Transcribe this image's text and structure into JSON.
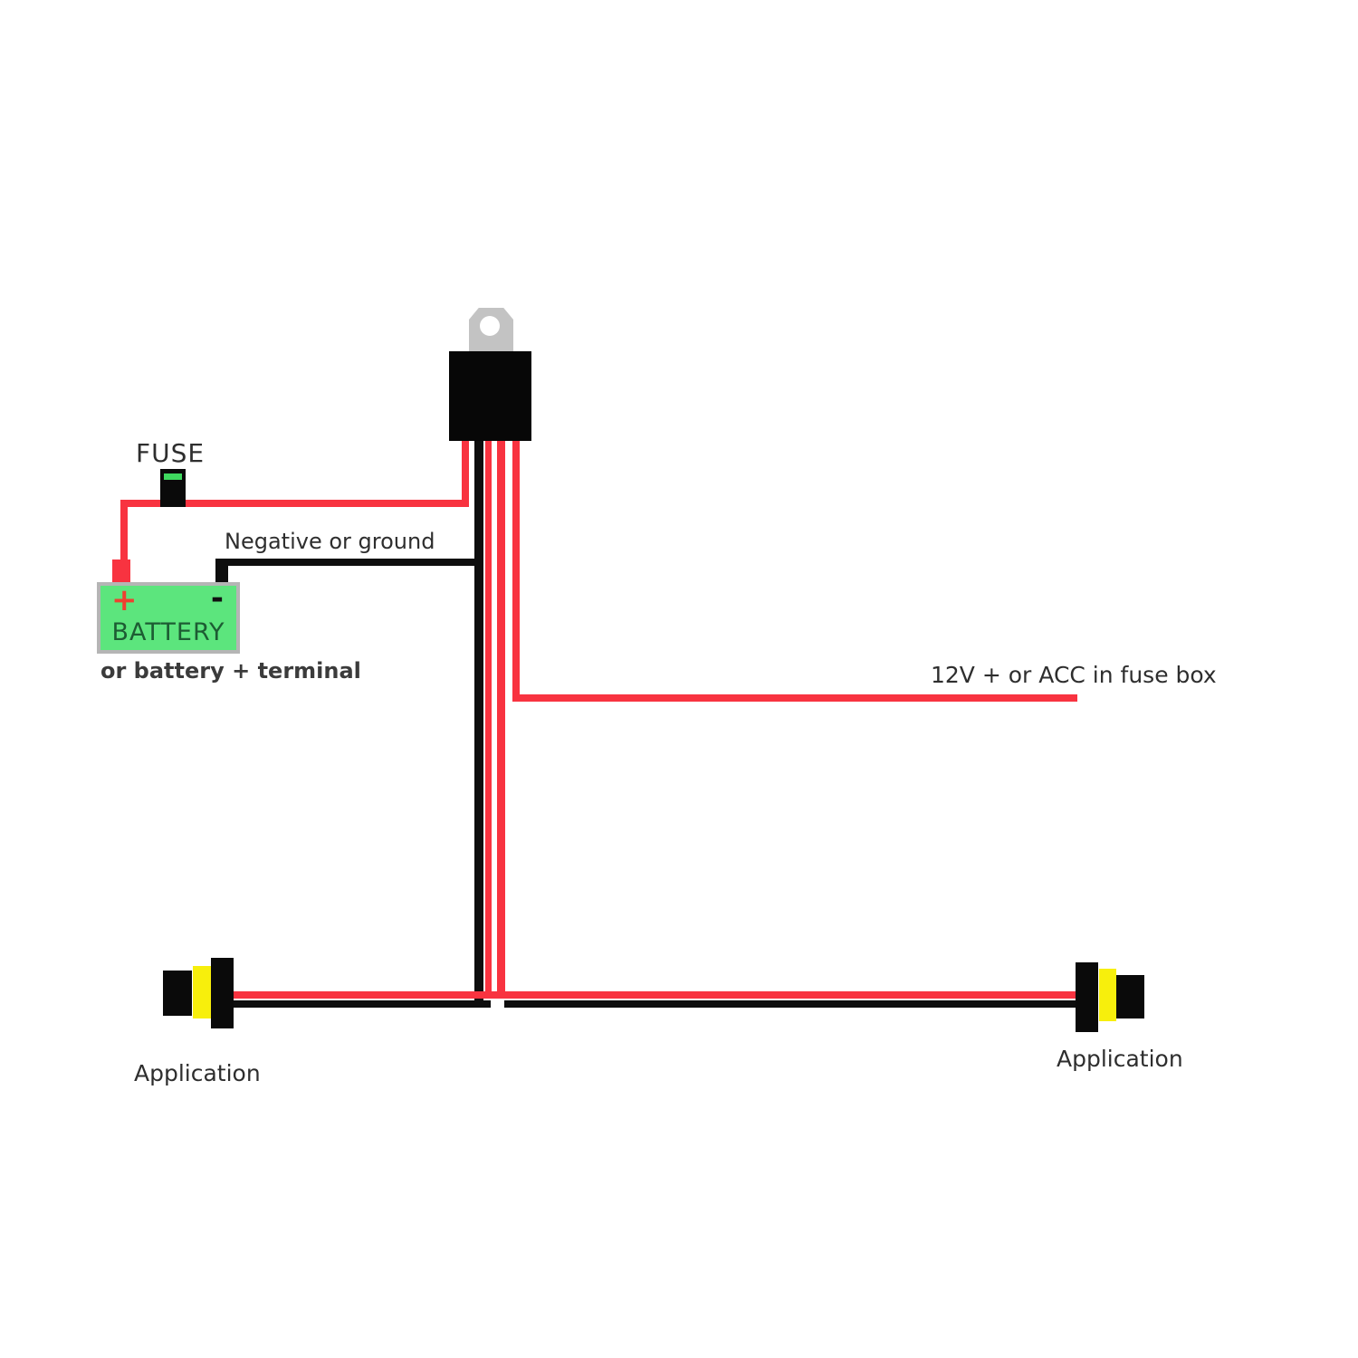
{
  "labels": {
    "fuse": "FUSE",
    "negative_or_ground": "Negative or ground",
    "battery": "BATTERY",
    "battery_plus": "+",
    "battery_minus": "-",
    "battery_caption": "or battery + terminal",
    "acc_line": "12V + or ACC in fuse box",
    "application_left": "Application",
    "application_right": "Application"
  },
  "colors": {
    "background": "#ffffff",
    "wire_red": "#f83340",
    "wire_black": "#0e0e0e",
    "relay_body": "#070707",
    "mounting_tab_gray": "#c3c3c3",
    "fuse_body": "#0a0a0a",
    "fuse_stripe_green": "#3fd95f",
    "battery_fill_green": "#5ce57d",
    "battery_border_gray": "#b5b5b5",
    "battery_text_green": "#1d5c33",
    "plus_symbol_red": "#ee4130",
    "connector_yellow": "#f7ef0c",
    "connector_black": "#0a0a0a",
    "label_text": "#2e2e2e"
  }
}
